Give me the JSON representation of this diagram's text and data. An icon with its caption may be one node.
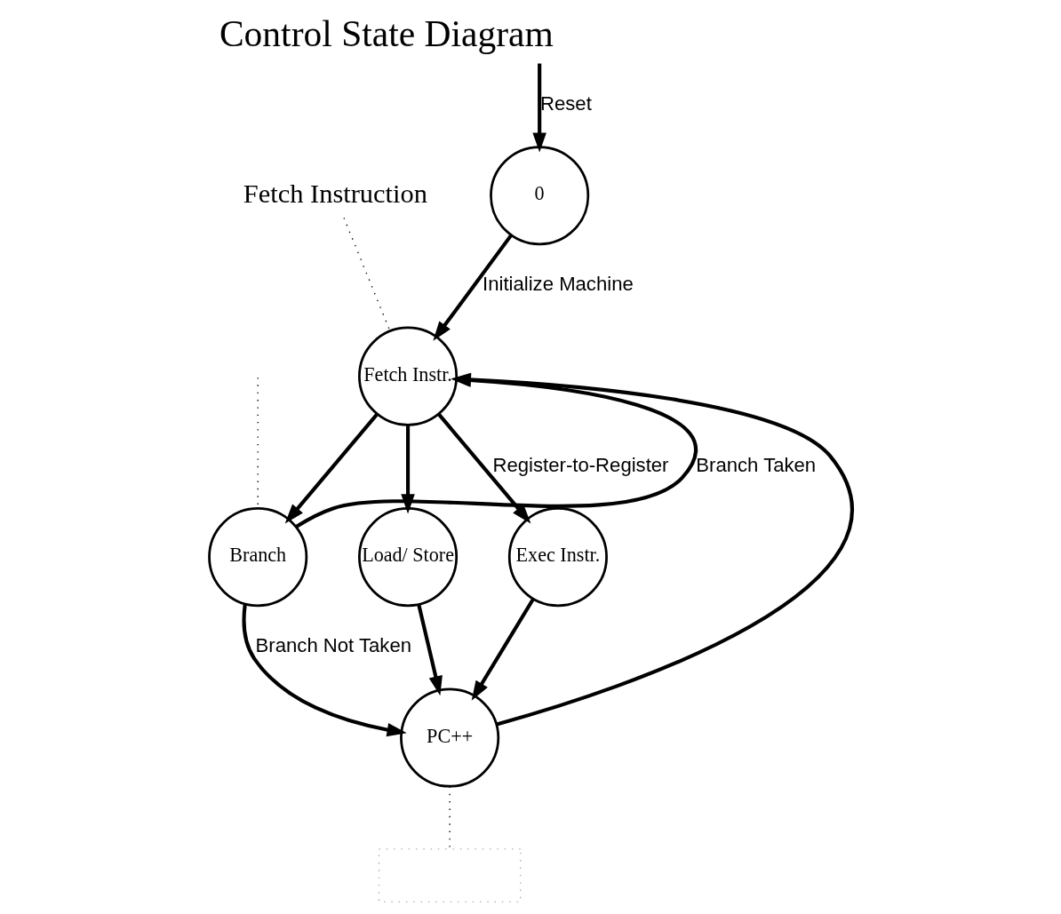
{
  "diagram": {
    "title": "Control State Diagram",
    "nodes": [
      {
        "text": [
          "0"
        ]
      },
      {
        "text": [
          "Fetch Instr."
        ]
      },
      {
        "text": [
          "Branch"
        ]
      },
      {
        "text": [
          "Load/ Store"
        ]
      },
      {
        "text": [
          "Exec Instr."
        ]
      },
      {
        "text": [
          "PC++"
        ]
      },
      {
        "text": [
          "Fetch Instruction"
        ]
      },
      {
        "text": [],
        "shape": "box"
      }
    ],
    "edges": [
      {
        "from": null,
        "to": 0,
        "arrow": "to",
        "label": "Reset"
      },
      {
        "from": 0,
        "to": 1,
        "arrow": "to",
        "label": "Initialize Machine"
      },
      {
        "from": 1,
        "to": 2,
        "arrow": "to"
      },
      {
        "from": 1,
        "to": 3,
        "arrow": "to"
      },
      {
        "from": 1,
        "to": 4,
        "arrow": "to",
        "label": "Register-to-Register"
      },
      {
        "from": 2,
        "to": 5,
        "arrow": "to",
        "label": "Branch Not Taken"
      },
      {
        "from": 3,
        "to": 5,
        "arrow": "to"
      },
      {
        "from": 4,
        "to": 5,
        "arrow": "to"
      },
      {
        "from": 2,
        "to": 1,
        "arrow": "to",
        "label": "Branch Taken"
      },
      {
        "from": 5,
        "to": 1,
        "arrow": "to"
      },
      {
        "from": 6,
        "to": 1,
        "arrow": "none",
        "style": "dashed"
      },
      {
        "from": null,
        "to": 2,
        "arrow": "none",
        "style": "dashed"
      },
      {
        "from": 5,
        "to": 7,
        "arrow": "none",
        "style": "dashed"
      }
    ]
  }
}
